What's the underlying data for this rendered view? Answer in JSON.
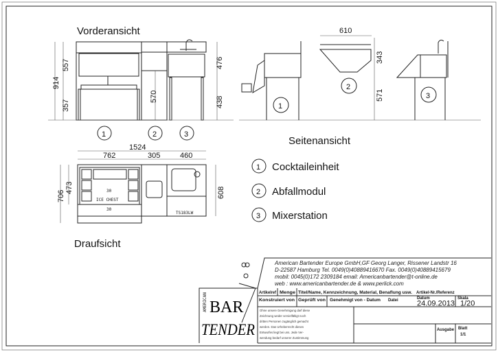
{
  "views": {
    "front": "Vorderansicht",
    "side": "Seitenansicht",
    "top": "Draufsicht"
  },
  "front_dims": {
    "total_h": "914",
    "upper": "557",
    "lower": "357",
    "mid": "570",
    "right_upper": "476",
    "right_lower": "438"
  },
  "side_dims": {
    "width": "610",
    "h1": "343",
    "h2": "571"
  },
  "top_dims": {
    "total": "1524",
    "w1": "762",
    "w2": "305",
    "w3": "460",
    "d1": "706",
    "d2": "473",
    "d3": "608",
    "ice1": "30",
    "ice_label": "ICE CHEST",
    "ice2": "30",
    "model": "TS183LW"
  },
  "modules": [
    {
      "num": "1",
      "name": "Cocktaileinheit"
    },
    {
      "num": "2",
      "name": "Abfallmodul"
    },
    {
      "num": "3",
      "name": "Mixerstation"
    }
  ],
  "company": [
    "American Bartender Europe GmbH,GF Georg Langer, Rissener Landstr 16",
    "D-22587 Hamburg  Tel. 0049(0)40889416670  Fax. 0049(0)40889415679",
    "mobil: 0045(0)172 2309184  email: Americanbartender@t-online.de",
    "web : www.americanbartender.de & www.perlick.com"
  ],
  "logo": {
    "small": "AMERICAN",
    "top": "BAR",
    "bottom": "TENDER"
  },
  "table": {
    "artikelref": "Artikelref",
    "menge": "Menge",
    "titel": "Titel/Name, Kennzeichnung, Material, Benaflung usw.",
    "artikelnr": "Artikel-Nr./Referenz",
    "konstruiert": "Konstruiert von",
    "geprueft": "Geprüft von",
    "genehmigt": "Genehmigt von - Datum",
    "datei": "Datei",
    "datum_label": "Datum",
    "datum": "24.09.2013",
    "skala_label": "Skala",
    "skala": "1/20",
    "ausgabe": "Ausgabe",
    "blatt_label": "Blatt",
    "blatt": "1/1",
    "notice": [
      "Ohne unsere Genehmigung darf diese",
      "Zeichnung weder vervielfältigt noch",
      "dritten Personen zugänglich gemacht",
      "werden. Das Urheberrecht dieses",
      "Entwurfes liegt bei uns. Jede Ver-",
      "wendung bedarf unserer Zustimmung"
    ]
  }
}
